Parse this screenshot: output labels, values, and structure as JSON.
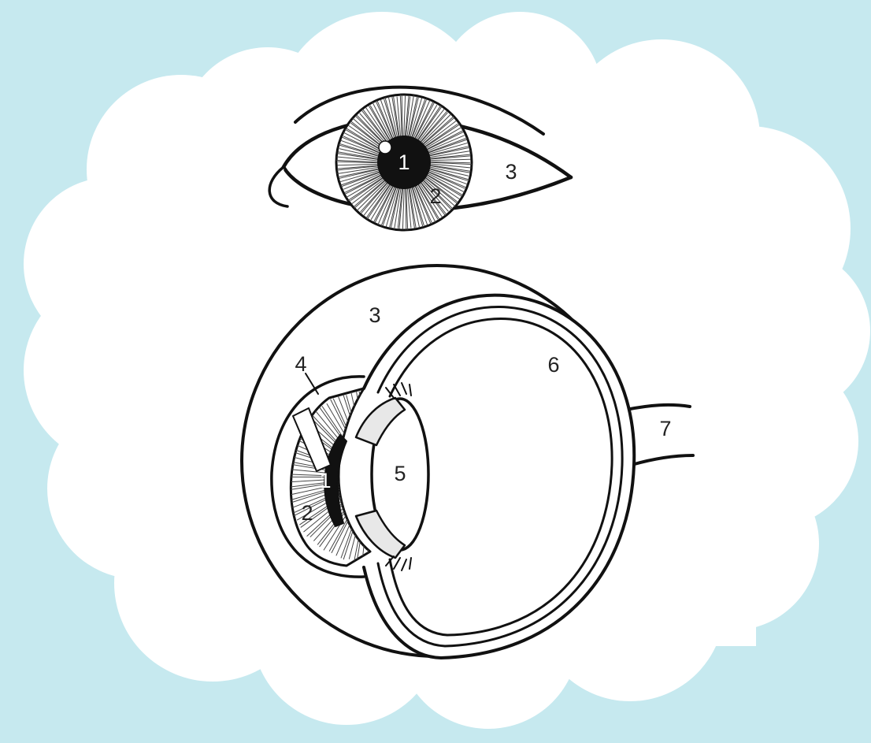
{
  "colors": {
    "background": "#c6e9ef",
    "cloud": "#ffffff",
    "line": "#111111",
    "pupil": "#111111",
    "label": "#222222"
  },
  "labels": {
    "front_pupil": "1",
    "front_iris": "2",
    "front_sclera": "3",
    "side_sclera": "3",
    "cornea": "4",
    "side_pupil": "1",
    "side_iris": "2",
    "lens": "5",
    "vitreous": "6",
    "optic_nerve": "7"
  }
}
